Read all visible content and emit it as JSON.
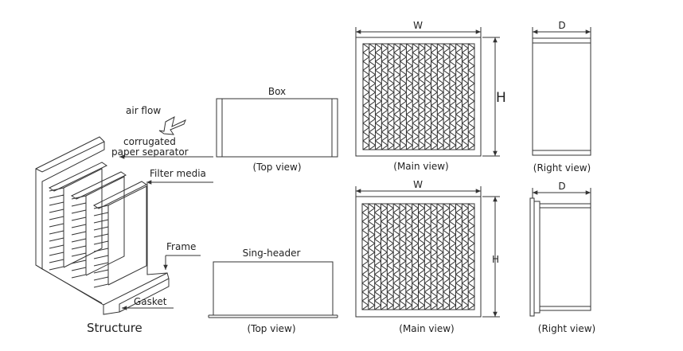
{
  "structure": {
    "airflow": "air flow",
    "separator_line1": "corrugated",
    "separator_line2": "paper separator",
    "filter_media": "Filter media",
    "frame": "Frame",
    "gasket": "Gasket",
    "caption": "Structure"
  },
  "box_row": {
    "box_title": "Box",
    "top_view": "(Top view)",
    "main_w": "W",
    "main_h": "H",
    "main_view": "(Main view)",
    "right_d": "D",
    "right_view": "(Right view)"
  },
  "header_row": {
    "title": "Sing-header",
    "top_view": "(Top view)",
    "main_w": "W",
    "main_h": "H",
    "main_view": "(Main view)",
    "right_d": "D",
    "right_view": "(Right view)"
  },
  "colors": {
    "line": "#333333",
    "text": "#222222",
    "background": "#ffffff"
  }
}
